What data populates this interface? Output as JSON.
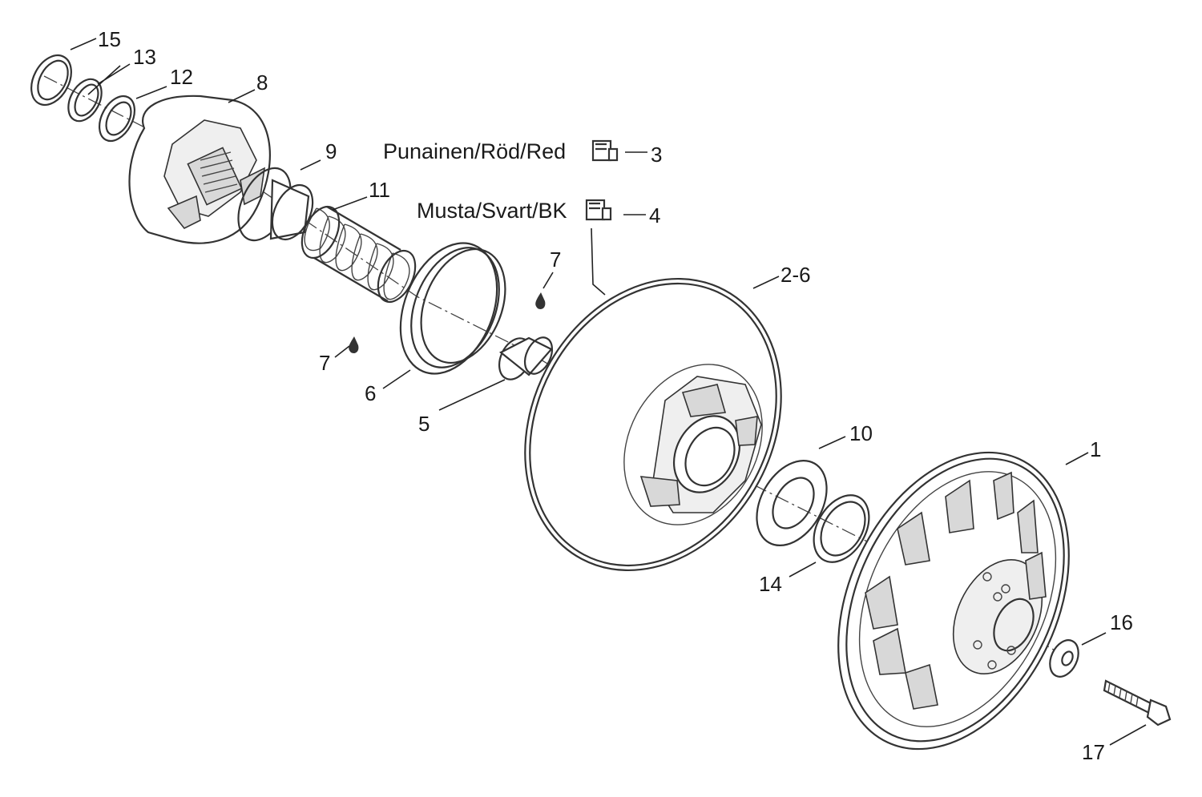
{
  "callouts": {
    "p1": "1",
    "p2_6": "2-6",
    "p3": "3",
    "p4": "4",
    "p5": "5",
    "p6": "6",
    "p7a": "7",
    "p7b": "7",
    "p8": "8",
    "p9": "9",
    "p10": "10",
    "p11": "11",
    "p12": "12",
    "p13": "13",
    "p14": "14",
    "p15": "15",
    "p16": "16",
    "p17": "17"
  },
  "notes": {
    "red_label": "Punainen/Röd/Red",
    "black_label": "Musta/Svart/BK"
  },
  "icons": {
    "weight_red": "red-weight-icon",
    "weight_black": "black-weight-icon",
    "lubricant": "grease-drop-icon"
  }
}
